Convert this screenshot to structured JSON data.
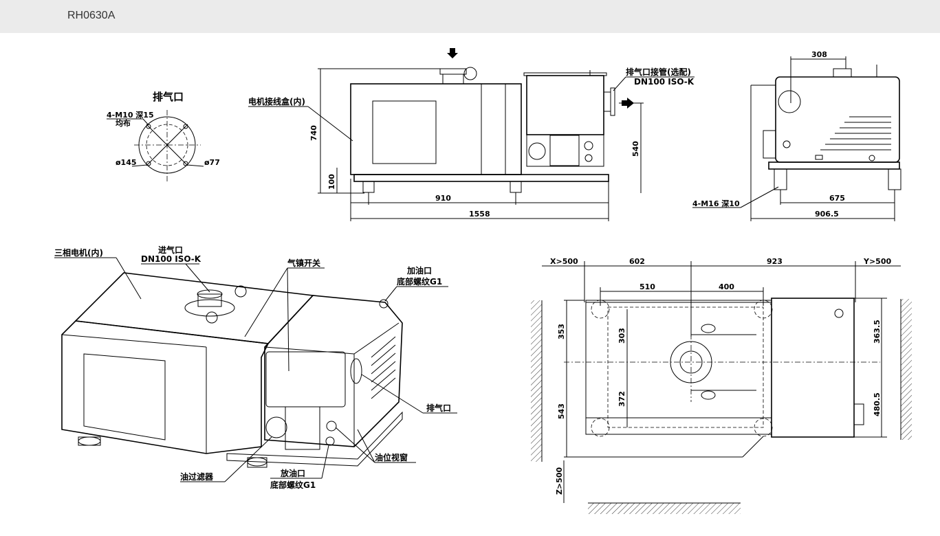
{
  "header": {
    "title": "RH0630A"
  },
  "flange_detail": {
    "title": "排气口",
    "bolt_note_line1": "4-M10 深15",
    "bolt_note_line2": "均布",
    "dia_outer": "ø145",
    "dia_inner": "ø77"
  },
  "front_view": {
    "motor_box_label": "电机接线盒(内)",
    "exhaust_pipe_label": "排气口接管(选配)",
    "exhaust_pipe_spec": "DN100 ISO-K",
    "dims": {
      "height": "740",
      "base": "100",
      "exhaust_height": "540",
      "foot_span": "910",
      "length": "1558"
    }
  },
  "side_view": {
    "foot_note": "4-M16 深10",
    "dims": {
      "top": "308",
      "foot_span": "675",
      "width": "906.5"
    }
  },
  "iso_view": {
    "motor_label": "三相电机(内)",
    "inlet_label": "进气口",
    "inlet_spec": "DN100 ISO-K",
    "gas_ballast_label": "气镇开关",
    "oil_fill_label": "加油口",
    "oil_fill_spec": "底部螺纹G1",
    "exhaust_label": "排气口",
    "sight_glass_label": "油位视窗",
    "oil_filter_label": "油过滤器",
    "drain_label": "放油口",
    "drain_spec": "底部螺纹G1"
  },
  "plan_view": {
    "clear_x": "X>500",
    "clear_y": "Y>500",
    "clear_z": "Z>500",
    "dims": {
      "d602": "602",
      "d923": "923",
      "d510": "510",
      "d400": "400",
      "d353": "353",
      "d543": "543",
      "d303": "303",
      "d372": "372",
      "d363_5": "363.5",
      "d480_5": "480.5"
    }
  }
}
